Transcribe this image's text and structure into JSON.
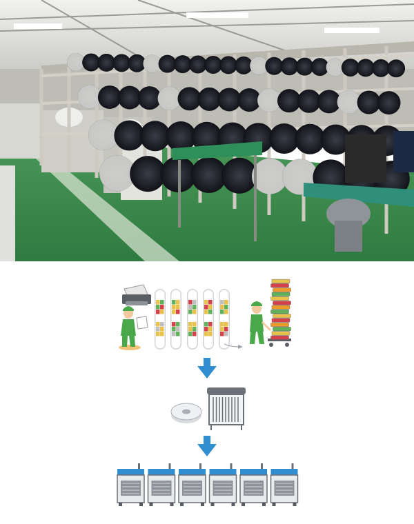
{
  "photo": {
    "subject": "warehouse-shelving-with-component-reels",
    "colors": {
      "floor": "#3f8f4f",
      "ceiling": "#e6e6e2",
      "rack": "#c9c6bf",
      "reel": "#1b1d24",
      "bench": "#2f8f5a"
    }
  },
  "flow": {
    "arrow_color": "#2f8fd0",
    "worker_color": "#49a84a",
    "slot_colors": [
      "#e8c24a",
      "#d6404a",
      "#5fb25a",
      "#bfbfbf"
    ],
    "stack_colors": [
      "#d6404a",
      "#e8c24a",
      "#5fb25a",
      "#f09a2a"
    ],
    "machine_count": 6,
    "steps": [
      {
        "id": "kitting",
        "icons": [
          "printer-icon",
          "worker-icon",
          "slot-grid-icon",
          "worker-cart-icon"
        ]
      },
      {
        "id": "loading",
        "icons": [
          "reel-icon",
          "feeder-rack-icon"
        ]
      },
      {
        "id": "mounting",
        "icons": [
          "mounter-machine-icon"
        ]
      }
    ]
  }
}
